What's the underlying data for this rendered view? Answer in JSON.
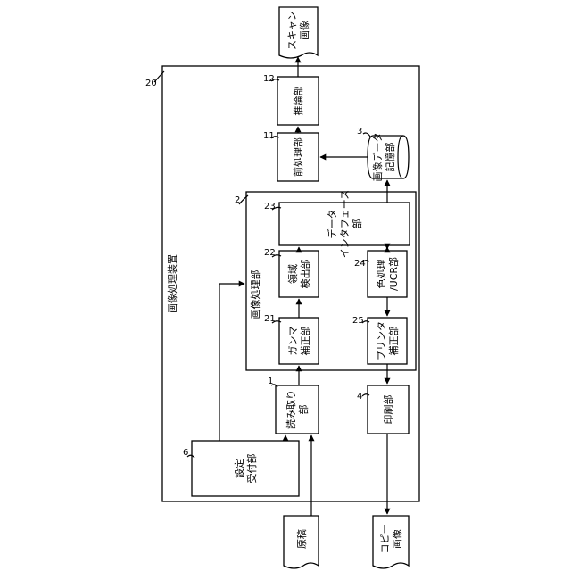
{
  "diagram": {
    "device_title": "画像処理装置",
    "device_ref": "20",
    "image_processor_title": "画像処理部",
    "image_processor_ref": "2",
    "blocks": {
      "reader": {
        "ref": "1",
        "line1": "読み取り",
        "line2": "部"
      },
      "settings": {
        "ref": "6",
        "line1": "設定",
        "line2": "受付部"
      },
      "gamma": {
        "ref": "21",
        "line1": "ガンマ",
        "line2": "補正部"
      },
      "region": {
        "ref": "22",
        "line1": "領域",
        "line2": "検出部"
      },
      "interface": {
        "ref": "23",
        "line1": "データ",
        "line2": "インタフェース",
        "line3": "部"
      },
      "color": {
        "ref": "24",
        "line1": "色処理",
        "line2": "/UCR部"
      },
      "printer_corr": {
        "ref": "25",
        "line1": "プリンタ",
        "line2": "補正部"
      },
      "printer": {
        "ref": "4",
        "line1": "印刷部"
      },
      "storage": {
        "ref": "3",
        "line1": "画像データ",
        "line2": "記憶部"
      },
      "preproc": {
        "ref": "11",
        "line1": "前処理部"
      },
      "inference": {
        "ref": "12",
        "line1": "推論部"
      }
    },
    "documents": {
      "original": {
        "line1": "原稿"
      },
      "copy": {
        "line1": "コピー",
        "line2": "画像"
      },
      "scan": {
        "line1": "スキャン",
        "line2": "画像"
      }
    }
  }
}
